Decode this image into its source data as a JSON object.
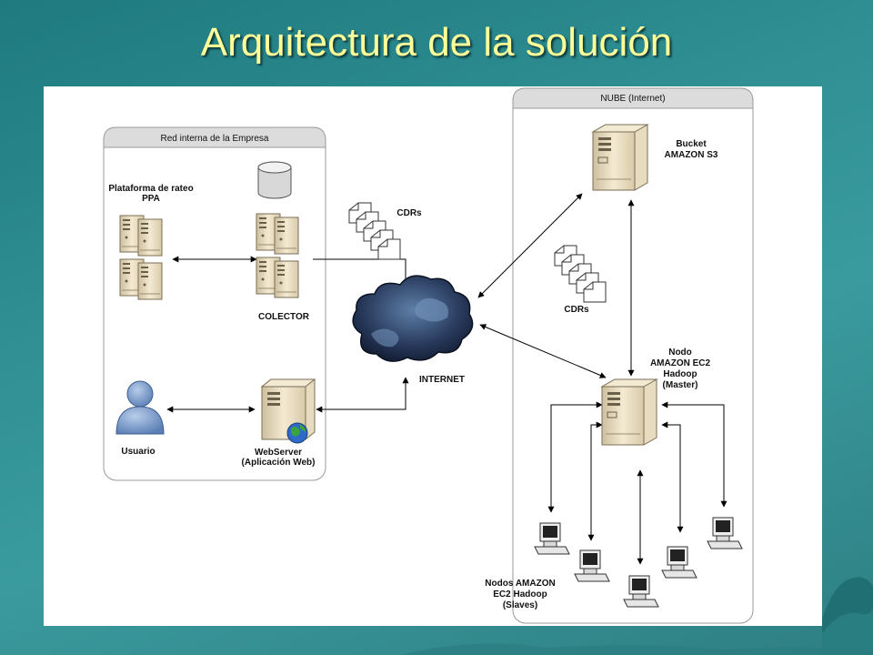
{
  "slide": {
    "title": "Arquitectura de la solución"
  },
  "diagram": {
    "internal_network": {
      "title": "Red interna de la Empresa"
    },
    "cloud_zone": {
      "title": "NUBE (Internet)"
    },
    "nodes": {
      "rating_platform": {
        "line1": "Plataforma de rateo",
        "line2": "PPA"
      },
      "collector": {
        "label": "COLECTOR"
      },
      "user": {
        "label": "Usuario"
      },
      "webserver": {
        "line1": "WebServer",
        "line2": "(Aplicación Web)"
      },
      "internet": {
        "label": "INTERNET"
      },
      "cdrs_internal": {
        "label": "CDRs"
      },
      "cdrs_cloud": {
        "label": "CDRs"
      },
      "bucket": {
        "line1": "Bucket",
        "line2": "AMAZON S3"
      },
      "master": {
        "line1": "Nodo",
        "line2": "AMAZON EC2",
        "line3": "Hadoop",
        "line4": "(Master)"
      },
      "slaves": {
        "line1": "Nodos AMAZON",
        "line2": "EC2 Hadoop",
        "line3": "(Slaves)"
      }
    },
    "colors": {
      "zone_header": "#dcdcdc",
      "server_beige": "#efe3c6",
      "cloud_dark": "#1b2a40",
      "title_yellow": "#ffff99"
    }
  }
}
